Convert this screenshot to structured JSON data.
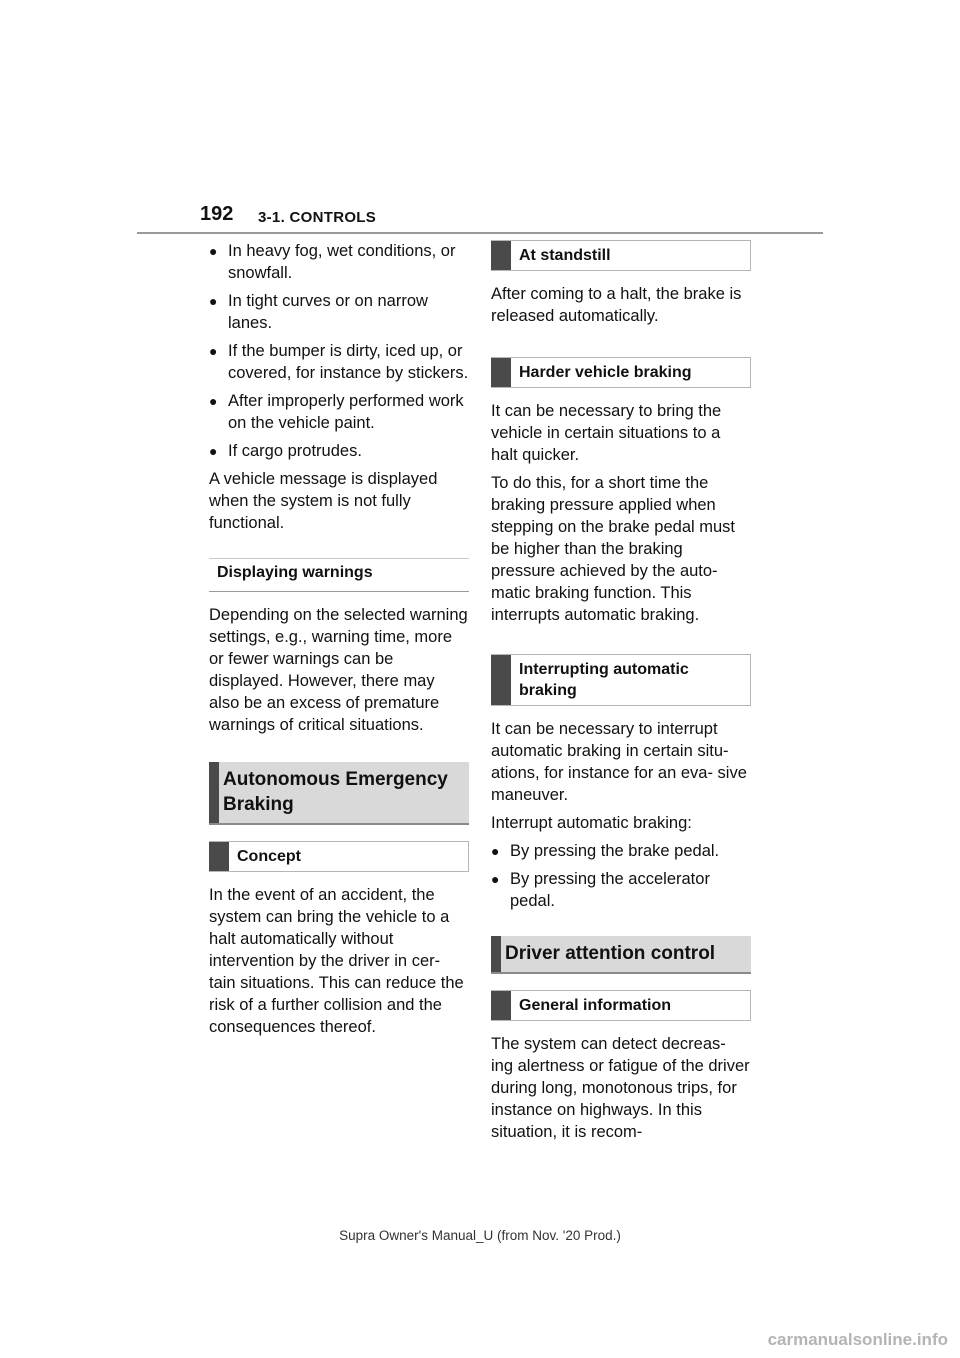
{
  "header": {
    "page_number": "192",
    "section": "3-1. CONTROLS"
  },
  "left": {
    "bullets": [
      "In heavy fog, wet conditions, or snowfall.",
      "In tight curves or on narrow lanes.",
      "If the bumper is dirty, iced up, or covered, for instance by stickers.",
      "After improperly performed work on the vehicle paint.",
      "If cargo protrudes."
    ],
    "message_para": "A vehicle message is displayed when the system is not fully functional.",
    "displaying_warnings_head": "Displaying warnings",
    "displaying_warnings_para": "Depending on the selected warning settings, e.g., warning time, more or fewer warnings can be displayed. However, there may also be an excess of premature warnings of critical situations.",
    "aeb_head": "Autonomous Emergency Braking",
    "concept_head": "Concept",
    "concept_para": "In the event of an accident, the system can bring the vehicle to a halt automatically without intervention by the driver in cer- tain situations. This can reduce the risk of a further collision and the consequences thereof."
  },
  "right": {
    "standstill_head": "At standstill",
    "standstill_para": "After coming to a halt, the brake is released automatically.",
    "harder_head": "Harder vehicle braking",
    "harder_para1": "It can be necessary to bring the vehicle in certain situations to a halt quicker.",
    "harder_para2": "To do this, for a short time the braking pressure applied when stepping on the brake pedal must be higher than the braking pressure achieved by the auto- matic braking function. This interrupts automatic braking.",
    "interrupt_head": "Interrupting automatic braking",
    "interrupt_para1": "It can be necessary to interrupt automatic braking in certain situ- ations, for instance for an eva- sive maneuver.",
    "interrupt_para2": "Interrupt automatic braking:",
    "interrupt_bullets": [
      "By pressing the brake pedal.",
      "By pressing the accelerator pedal."
    ],
    "dac_head": "Driver attention control",
    "general_head": "General information",
    "general_para": "The system can detect decreas- ing alertness or fatigue of the driver during long, monotonous trips, for instance on highways. In this situation, it is recom-"
  },
  "footer": "Supra Owner's Manual_U (from Nov. '20 Prod.)",
  "watermark": "carmanualsonline.info"
}
